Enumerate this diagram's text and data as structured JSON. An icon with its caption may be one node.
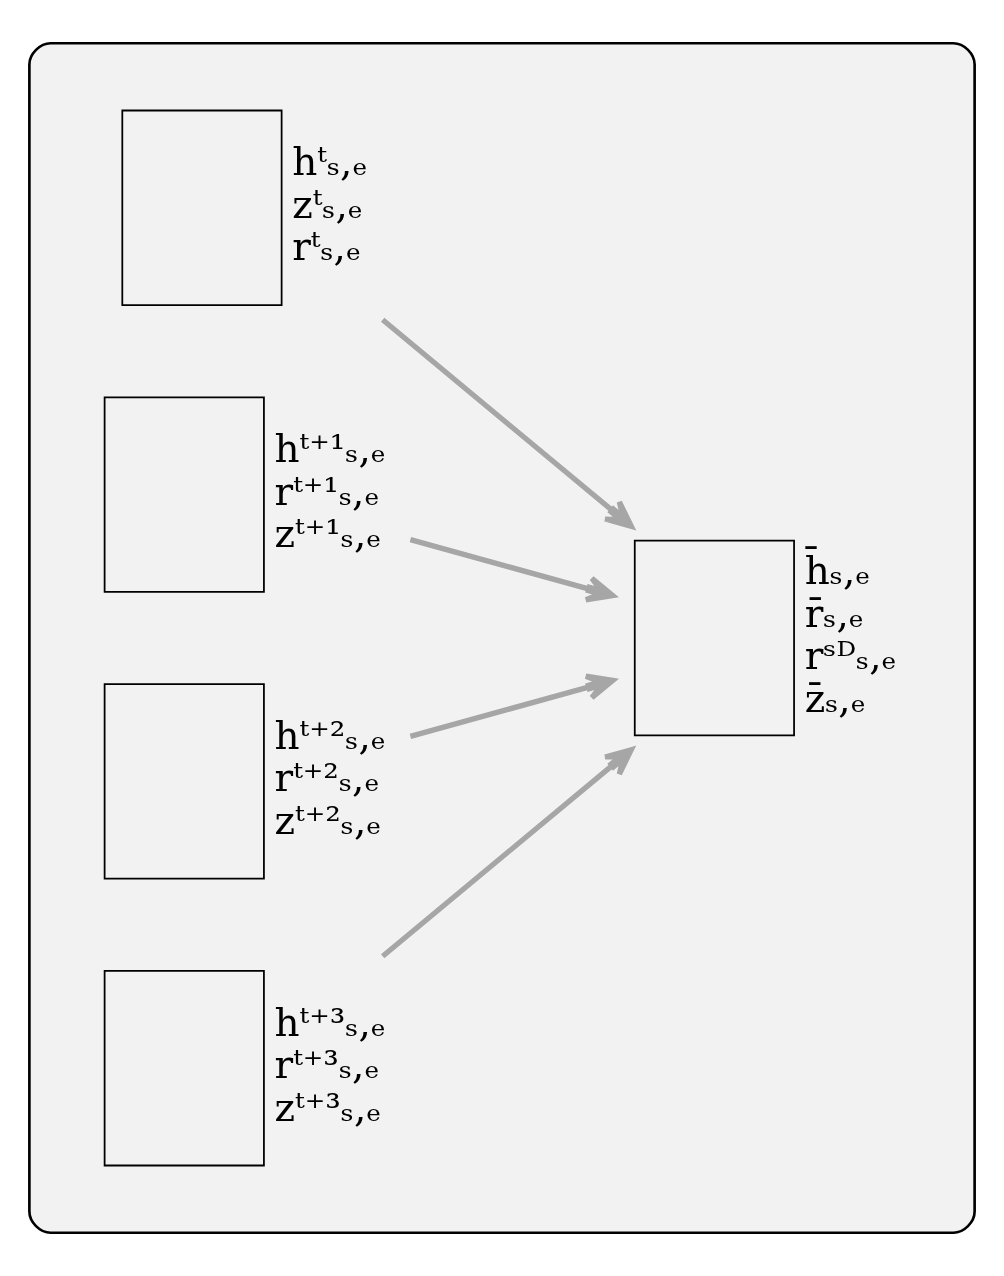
{
  "diagram": {
    "nodes": [
      {
        "text": [],
        "shape": "box"
      },
      {
        "text": [],
        "shape": "box",
        "in": 0,
        "beside": [
          "hᵗₛ,ₑ",
          "zᵗₛ,ₑ",
          "rᵗₛ,ₑ"
        ]
      },
      {
        "text": [],
        "shape": "box",
        "in": 0,
        "beside": [
          "hᵗ⁺¹ₛ,ₑ",
          "rᵗ⁺¹ₛ,ₑ",
          "zᵗ⁺¹ₛ,ₑ"
        ]
      },
      {
        "text": [],
        "shape": "box",
        "in": 0,
        "beside": [
          "hᵗ⁺²ₛ,ₑ",
          "rᵗ⁺²ₛ,ₑ",
          "zᵗ⁺²ₛ,ₑ"
        ]
      },
      {
        "text": [],
        "shape": "box",
        "in": 0,
        "beside": [
          "hᵗ⁺³ₛ,ₑ",
          "rᵗ⁺³ₛ,ₑ",
          "zᵗ⁺³ₛ,ₑ"
        ]
      },
      {
        "text": [],
        "shape": "box",
        "in": 0,
        "beside": [
          "h̄ₛ,ₑ",
          "r̄ₛ,ₑ",
          "rˢᴰₛ,ₑ",
          "z̄ₛ,ₑ"
        ]
      }
    ],
    "edges": [
      {
        "from": 1,
        "to": 5,
        "arrow": "to"
      },
      {
        "from": 2,
        "to": 5,
        "arrow": "to"
      },
      {
        "from": 3,
        "to": 5,
        "arrow": "to"
      },
      {
        "from": 4,
        "to": 5,
        "arrow": "to"
      }
    ]
  }
}
